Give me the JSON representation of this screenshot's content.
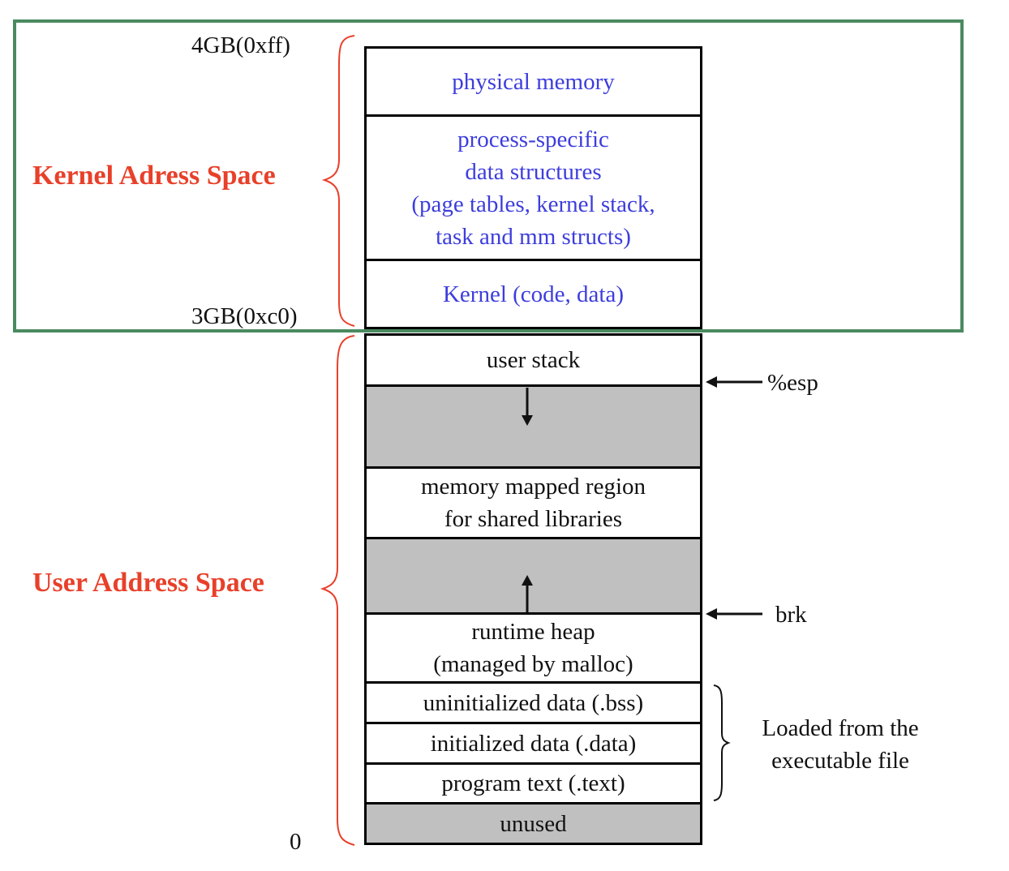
{
  "kernel_space": {
    "title": "Kernel Adress Space",
    "top_address": "4GB(0xff)",
    "bottom_address": "3GB(0xc0)",
    "blocks": [
      "physical memory",
      "process-specific\ndata structures\n(page tables, kernel stack,\ntask and mm structs)",
      "Kernel (code, data)"
    ]
  },
  "user_space": {
    "title": "User Address Space",
    "bottom_address": "0",
    "blocks": {
      "user_stack": "user stack",
      "mmap": "memory mapped region\nfor shared libraries",
      "heap": "runtime heap\n(managed by malloc)",
      "bss": "uninitialized data (.bss)",
      "data": "initialized data (.data)",
      "text": "program text (.text)",
      "unused": "unused"
    }
  },
  "pointers": {
    "esp": "%esp",
    "brk": "brk"
  },
  "loaded_note": "Loaded from the\nexecutable file",
  "colors": {
    "kernel_text": "#3d3ddd",
    "region_title": "#e8402a",
    "kernel_frame": "#4a8a5f",
    "gap_fill": "#c0c0c0"
  }
}
